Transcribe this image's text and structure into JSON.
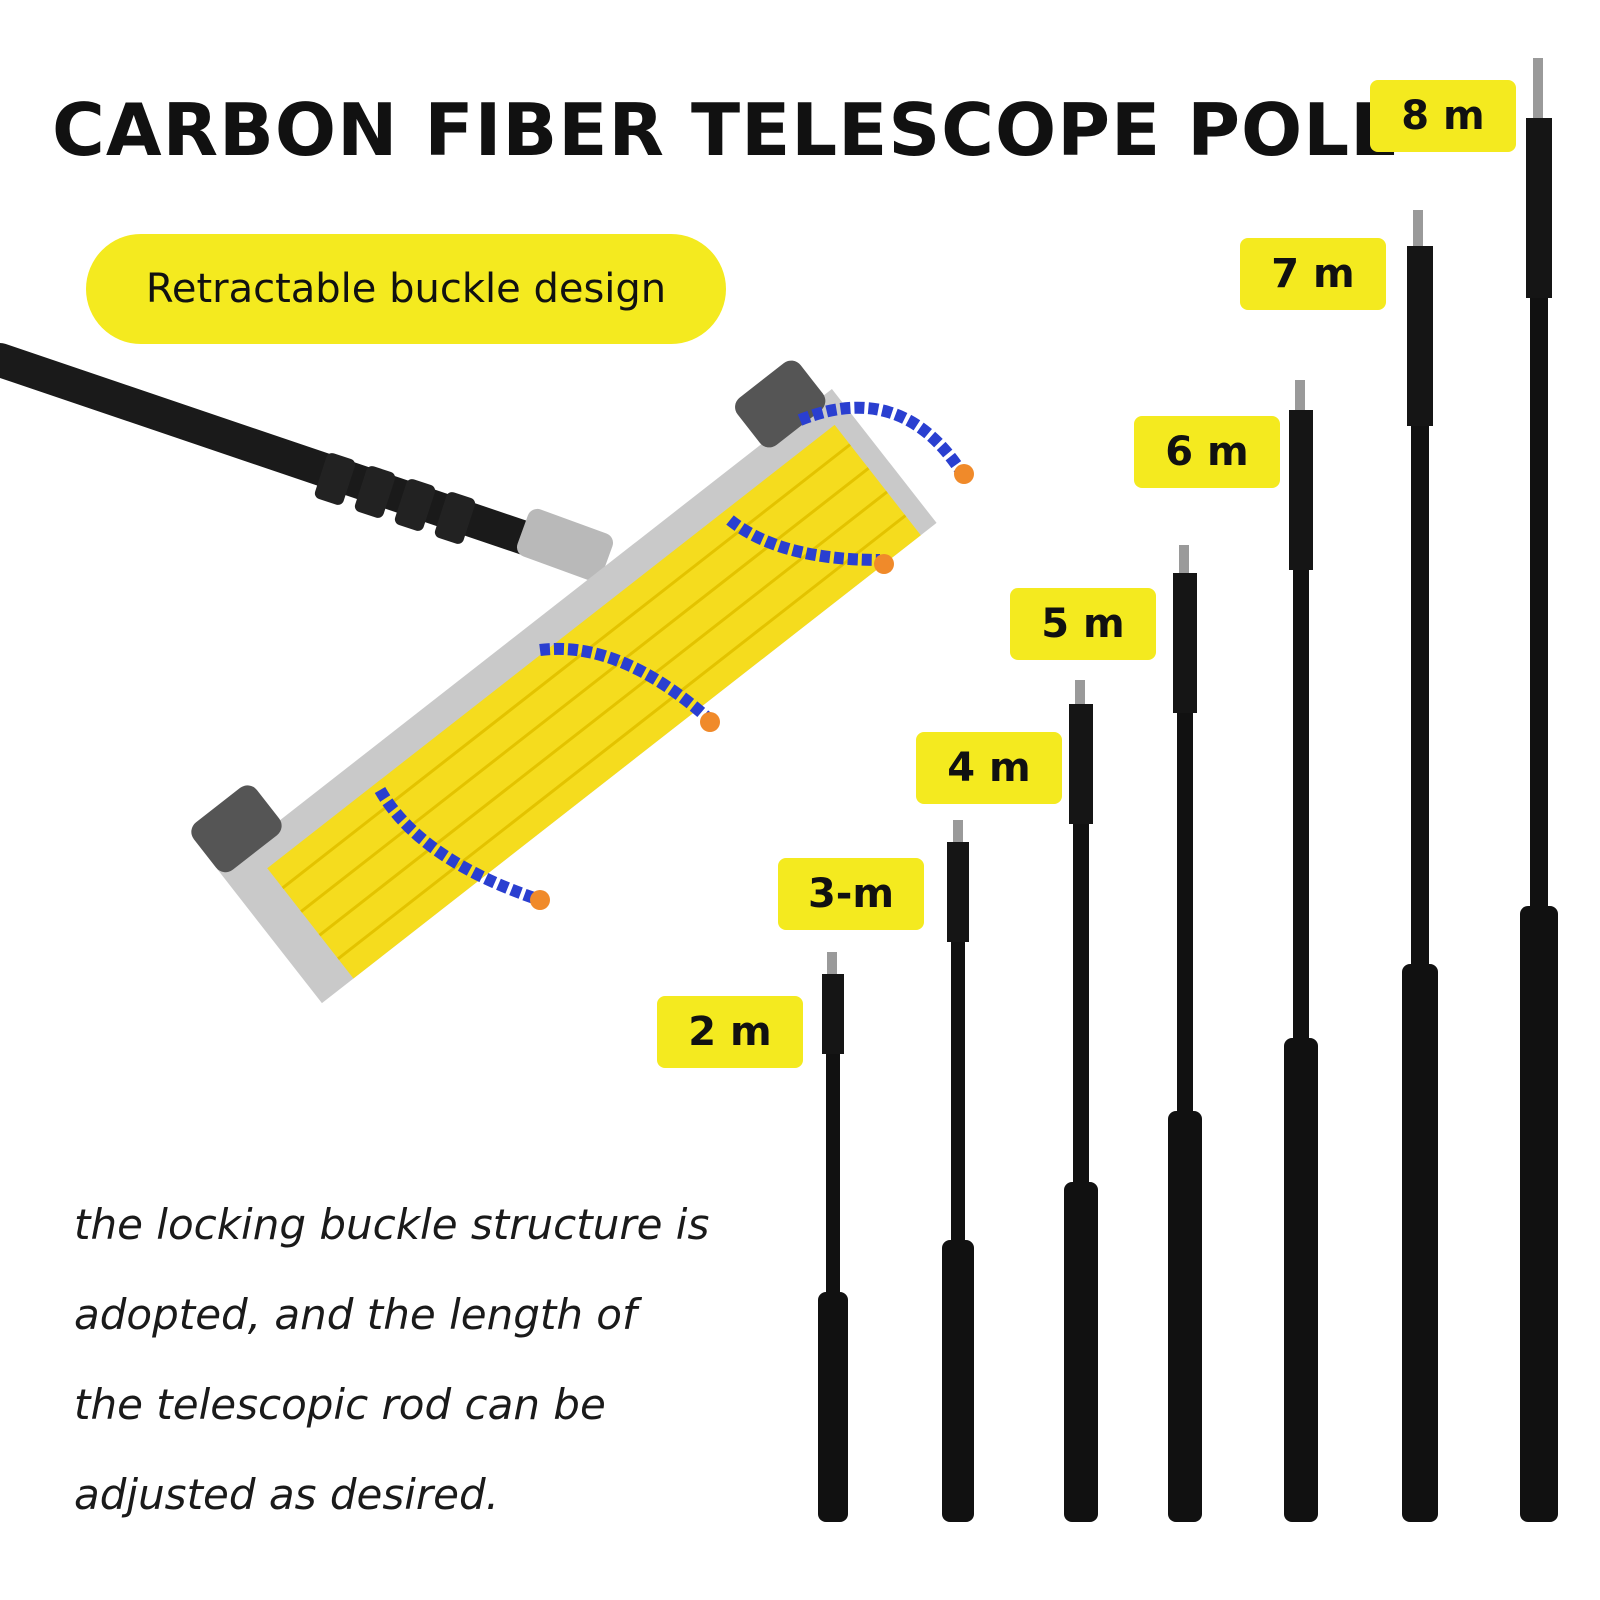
{
  "title": "CARBON FIBER TELESCOPE POLE",
  "feature_pill": "Retractable buckle design",
  "description": [
    "the locking buckle structure is",
    "adopted, and the length of",
    "the telescopic rod can be",
    "adjusted as desired."
  ],
  "pole_lengths": [
    "2 m",
    "3-m",
    "4 m",
    "5 m",
    "6 m",
    "7 m",
    "8 m"
  ],
  "colors": {
    "label_yellow": "#f4ea1f",
    "pole_black": "#111111",
    "brush_yellow": "#f5dc1e",
    "nozzle_blue": "#2a3fd0"
  }
}
